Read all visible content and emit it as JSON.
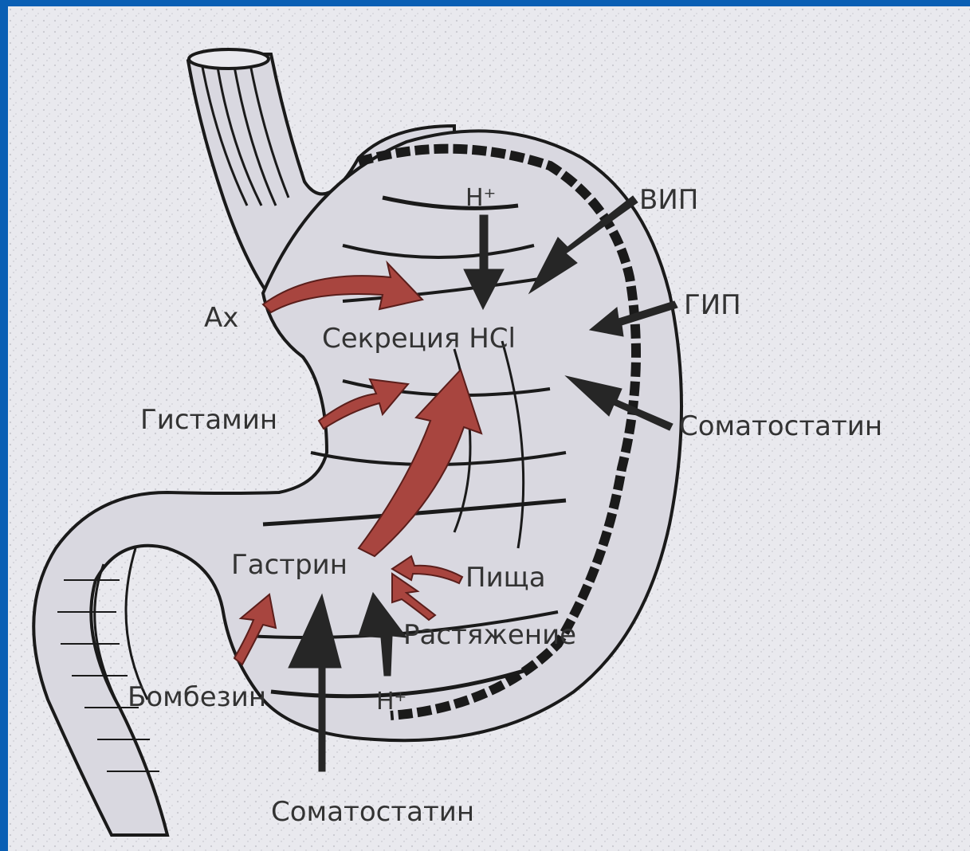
{
  "labels": {
    "h_plus_top": "H⁺",
    "vip": "ВИП",
    "gip": "ГИП",
    "ax": "Ах",
    "secretion": "Секреция HCl",
    "histamine": "Гистамин",
    "somatostatin_right": "Соматостатин",
    "gastrin": "Гастрин",
    "food": "Пища",
    "distension": "Растяжение",
    "bombesin": "Бомбезин",
    "h_plus_bottom": "H⁺",
    "somatostatin_bottom": "Соматостатин"
  },
  "colors": {
    "frame": "#0a5fb4",
    "background": "#e9e9ee",
    "stomach_fill": "#d9d8e0",
    "outline": "#1a1a1a",
    "red_arrow": "#a8453f",
    "dark_arrow": "#262626"
  }
}
